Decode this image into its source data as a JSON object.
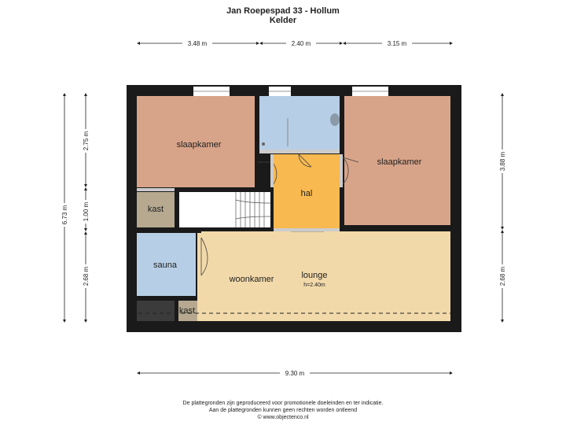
{
  "header": {
    "address": "Jan Roepespad 33 - Hollum",
    "floor": "Kelder"
  },
  "dimensions": {
    "top_left": "3.48 m",
    "top_mid": "2.40 m",
    "top_right": "3.15 m",
    "bottom_total": "9.30 m",
    "left_total": "6.73 m",
    "left_upper": "2.75 m",
    "left_mid": "1.00 m",
    "left_lower": "2.68 m",
    "right_upper": "3.88 m",
    "right_lower": "2.68 m"
  },
  "rooms": {
    "bedroom_left": "slaapkamer",
    "bedroom_right": "slaapkamer",
    "hall": "hal",
    "storage_left": "kast",
    "sauna": "sauna",
    "living": "woonkamer",
    "lounge": "lounge",
    "lounge_height": "h=2.40m",
    "storage_bottom": "kast"
  },
  "colors": {
    "wall": "#1a1a1a",
    "bedroom": "#d8a489",
    "bathroom": "#b7cfe6",
    "hall": "#f8b950",
    "lounge": "#f2d9a9",
    "storage": "#b6a98f",
    "dark_storage": "#3b3b3b"
  },
  "footer": {
    "line1": "De plattegronden zijn geproduceerd voor promotionele doeleinden en ter indicatie.",
    "line2": "Aan de plattegronden kunnen geen rechten worden ontleend",
    "line3": "© www.objectenco.nl"
  }
}
